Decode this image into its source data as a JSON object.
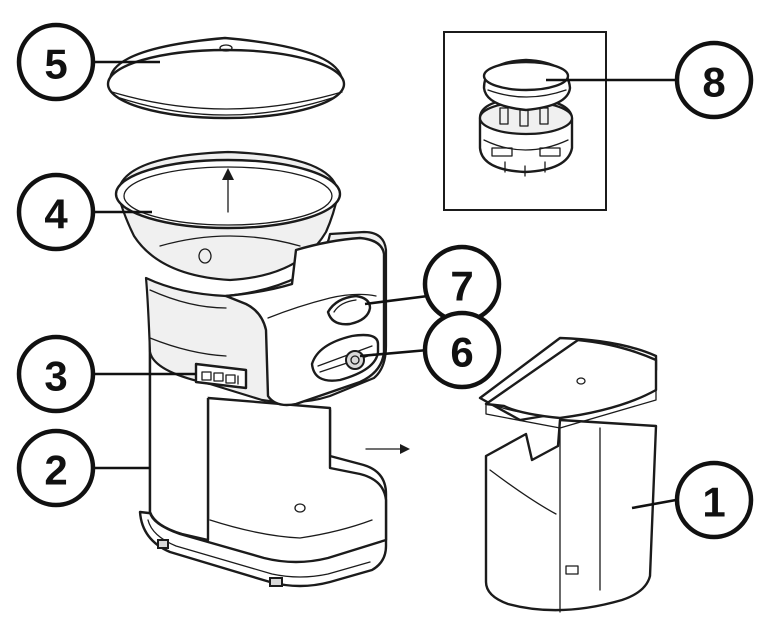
{
  "callouts": {
    "c1": {
      "number": "1"
    },
    "c2": {
      "number": "2"
    },
    "c3": {
      "number": "3"
    },
    "c4": {
      "number": "4"
    },
    "c5": {
      "number": "5"
    },
    "c6": {
      "number": "6"
    },
    "c7": {
      "number": "7"
    },
    "c8": {
      "number": "8"
    }
  },
  "colors": {
    "line": "#1b1b1b",
    "background": "#ffffff"
  }
}
